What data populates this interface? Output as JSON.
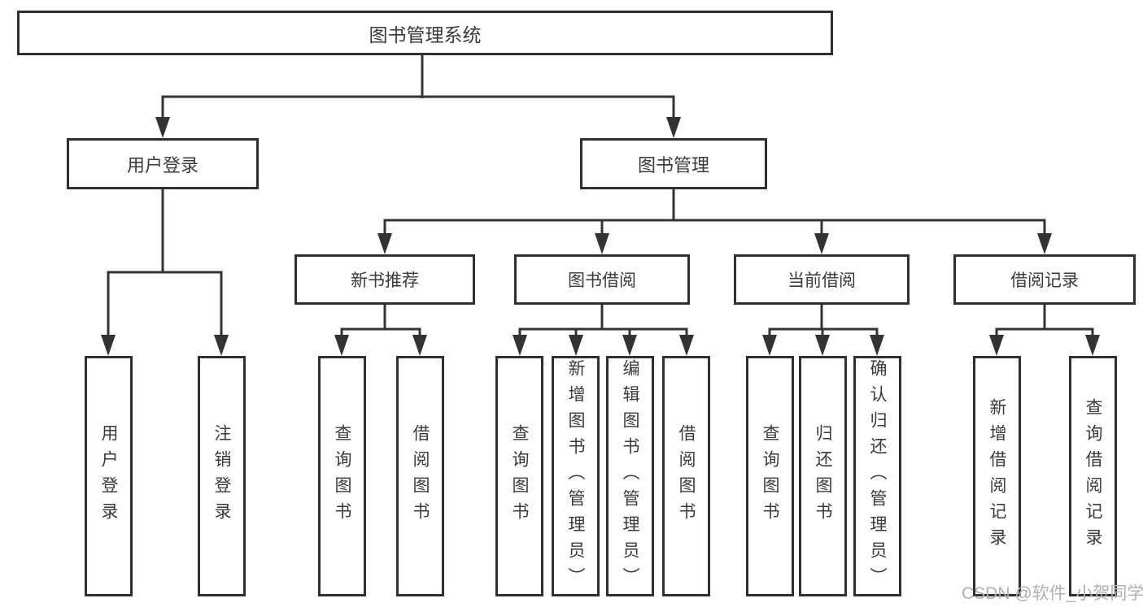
{
  "root": {
    "label": "图书管理系统"
  },
  "branches": [
    {
      "label": "用户登录",
      "leaves": [
        "用户登录",
        "注销登录"
      ]
    },
    {
      "label": "图书管理",
      "sections": [
        {
          "label": "新书推荐",
          "leaves": [
            "查询图书",
            "借阅图书"
          ]
        },
        {
          "label": "图书借阅",
          "leaves": [
            "查询图书",
            "新增图书（管理员）",
            "编辑图书（管理员）",
            "借阅图书"
          ]
        },
        {
          "label": "当前借阅",
          "leaves": [
            "查询图书",
            "归还图书",
            "确认归还（管理员）"
          ]
        },
        {
          "label": "借阅记录",
          "leaves": [
            "新增借阅记录",
            "查询借阅记录"
          ]
        }
      ]
    }
  ],
  "watermark": "CSDN @软件_小贺同学",
  "colors": {
    "line": "#333333",
    "box_border": "#303030",
    "text": "#3a3a3a",
    "background": "#ffffff",
    "watermark_text": "#b0b0b0"
  }
}
